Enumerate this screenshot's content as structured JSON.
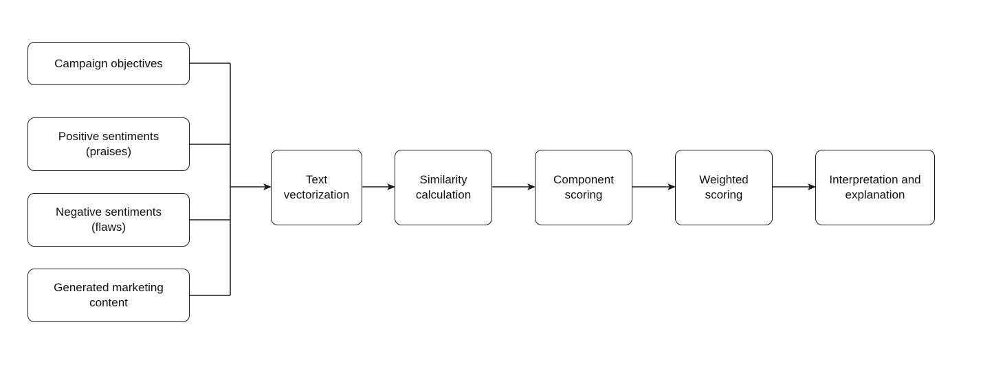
{
  "diagram": {
    "inputs": [
      {
        "label": "Campaign objectives"
      },
      {
        "label": "Positive sentiments\n(praises)"
      },
      {
        "label": "Negative sentiments\n(flaws)"
      },
      {
        "label": "Generated marketing\ncontent"
      }
    ],
    "pipeline": [
      {
        "label": "Text\nvectorization"
      },
      {
        "label": "Similarity\ncalculation"
      },
      {
        "label": "Component\nscoring"
      },
      {
        "label": "Weighted\nscoring"
      },
      {
        "label": "Interpretation and\nexplanation"
      }
    ]
  }
}
